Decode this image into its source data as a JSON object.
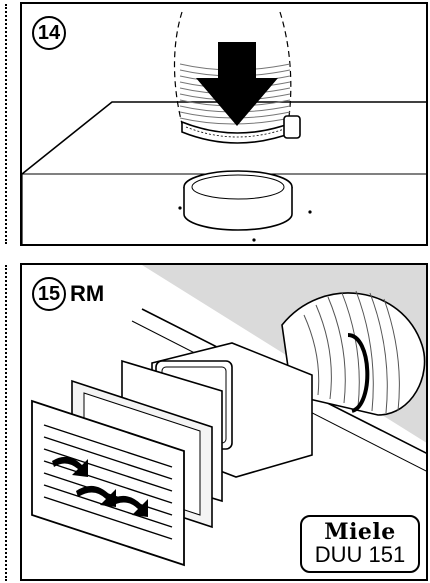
{
  "step_a": {
    "number": "14",
    "suffix": ""
  },
  "step_b": {
    "number": "15",
    "suffix": "RM"
  },
  "brand": {
    "logo": "Miele",
    "model": "DUU 151"
  }
}
